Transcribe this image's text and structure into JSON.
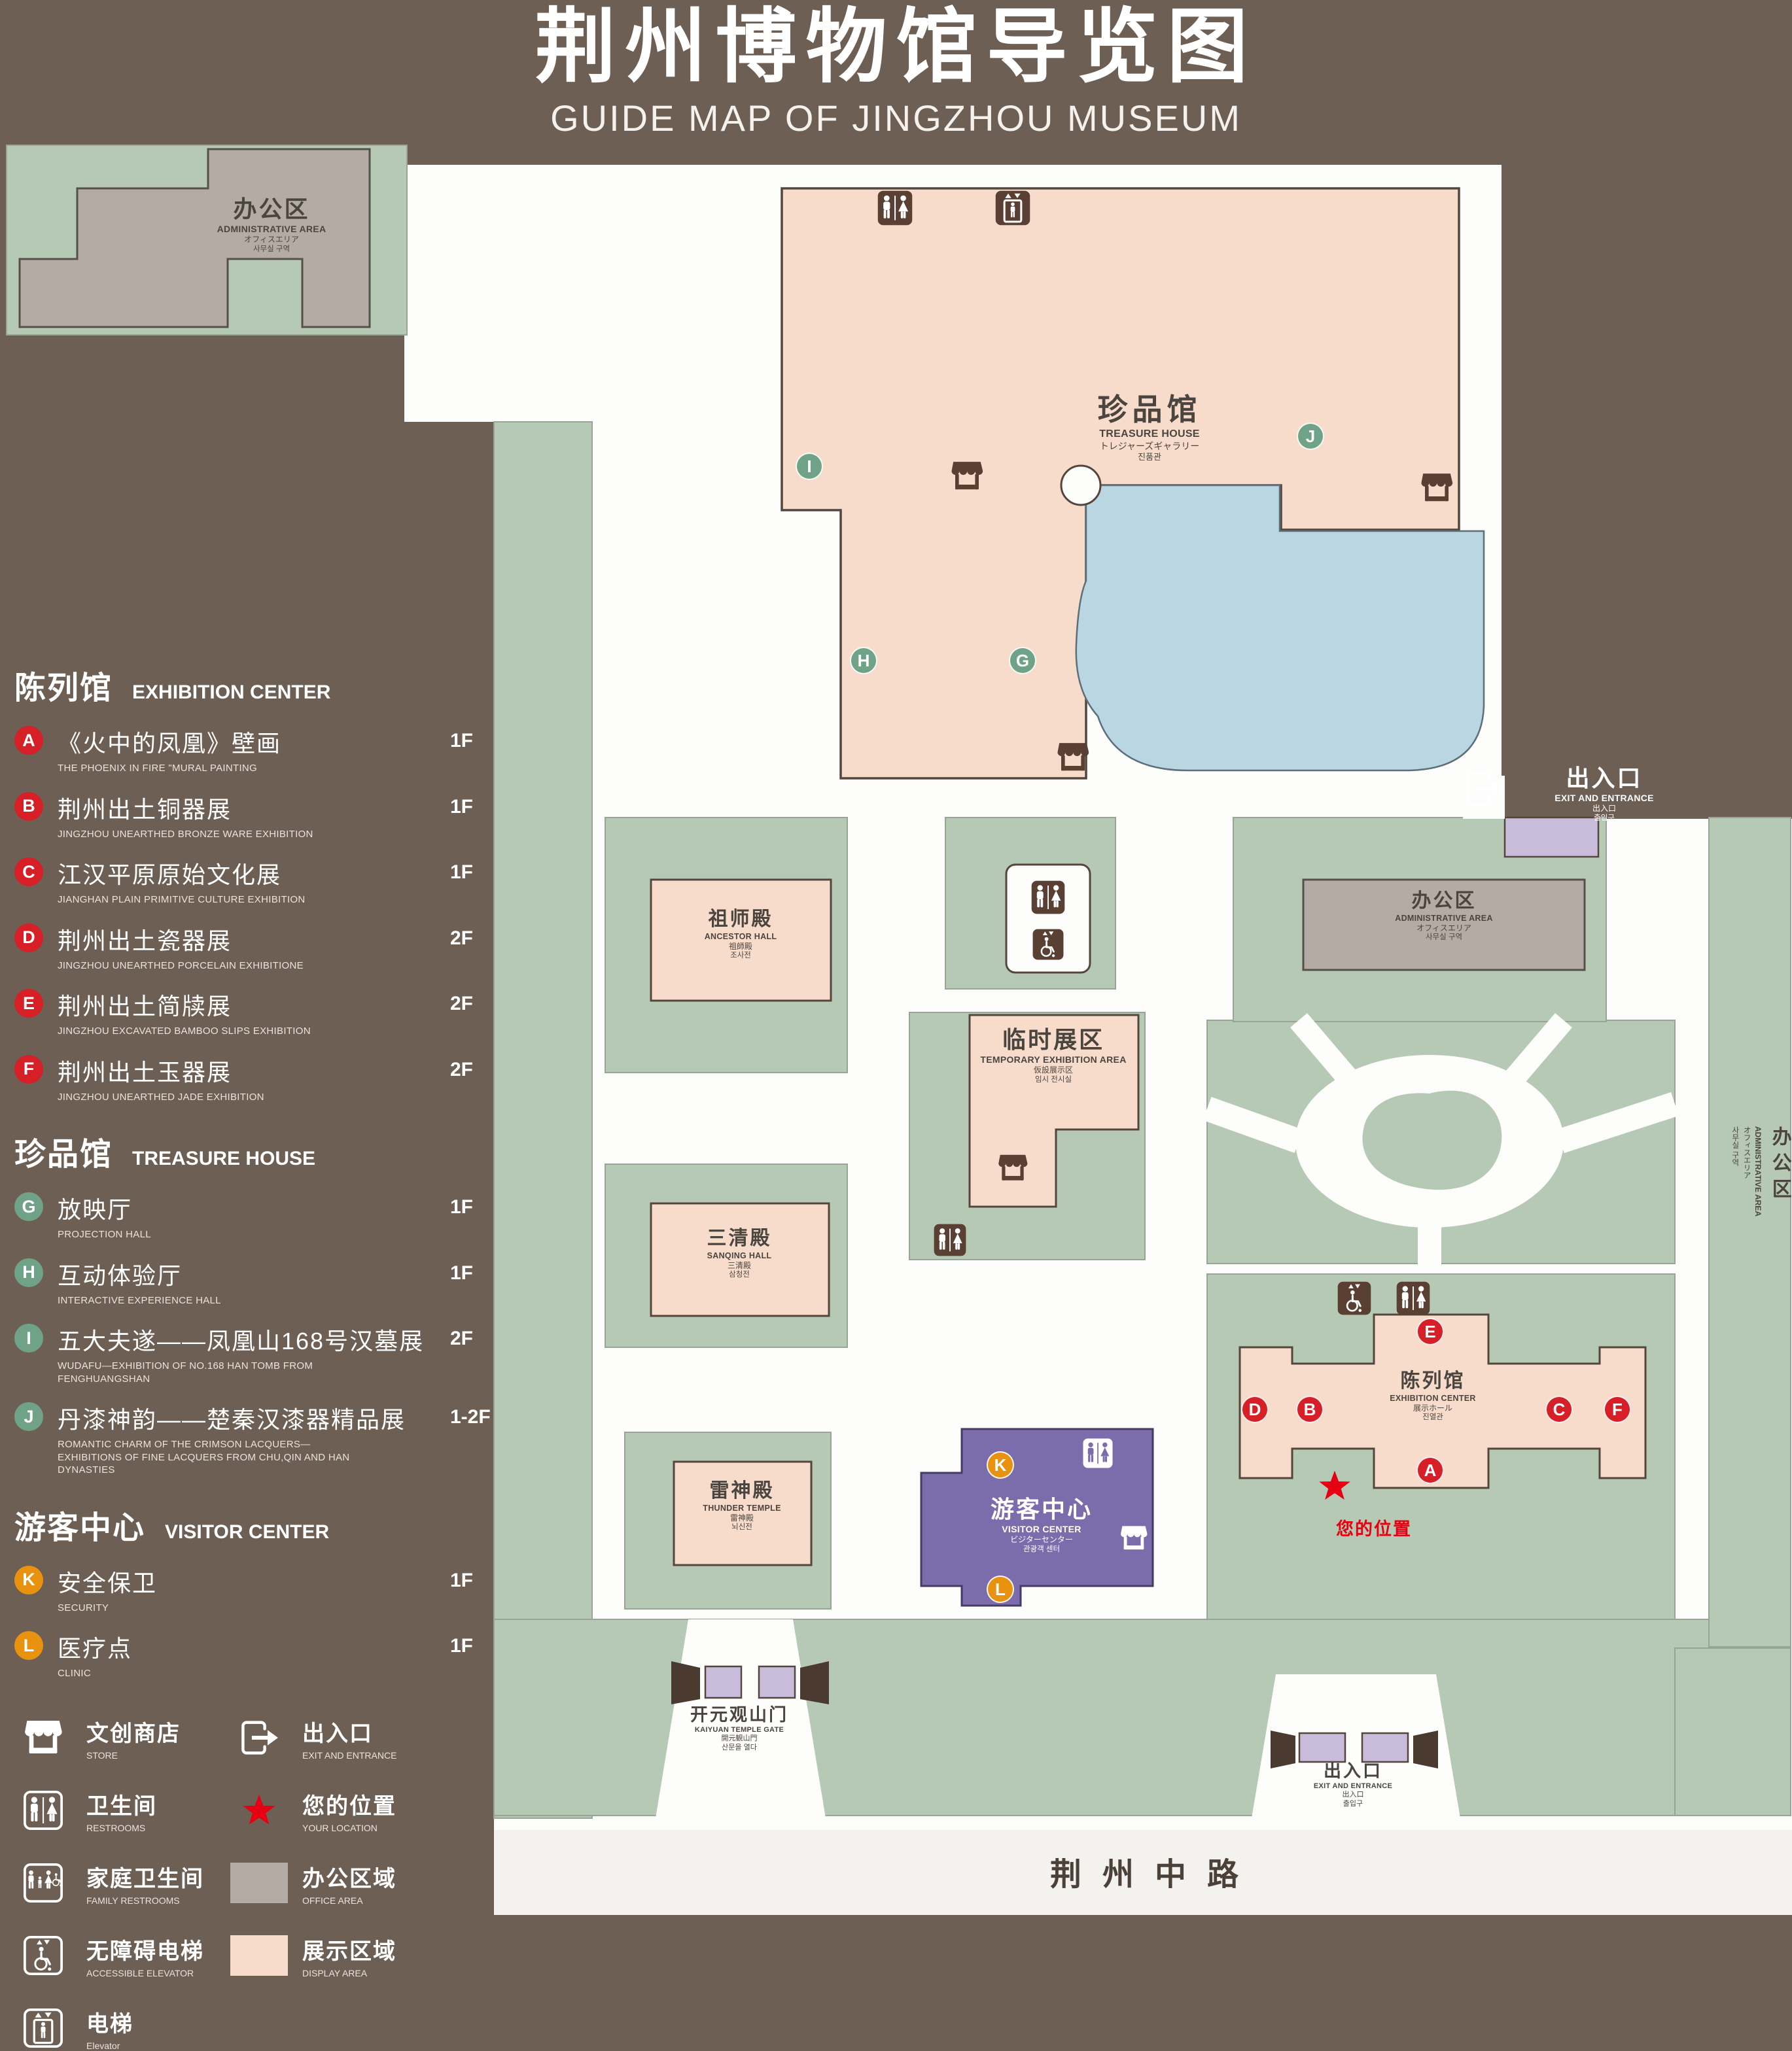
{
  "header": {
    "title": "荆州博物馆导览图",
    "subtitle": "GUIDE MAP OF JINGZHOU MUSEUM"
  },
  "colors": {
    "background": "#6d5f54",
    "lawn": "#b6c9b4",
    "path_white": "#fdfdfb",
    "display_area": "#f8dccb",
    "office_area": "#b4aba5",
    "water": "#bad6e2",
    "visitor_center": "#7b6cab",
    "entrance_block": "#c9bcdb",
    "outline": "#54463d",
    "marker_red": "#d61f26",
    "marker_green": "#6fa287",
    "marker_orange": "#e8920f",
    "icon_brown": "#5a3f33",
    "location_red": "#e60012"
  },
  "sidebar": {
    "sections": [
      {
        "heading_cn": "陈列馆",
        "heading_en": "EXHIBITION CENTER",
        "marker_color": "#d61f26",
        "items": [
          {
            "letter": "A",
            "cn": "《火中的凤凰》壁画",
            "en": "THE PHOENIX IN FIRE \"MURAL PAINTING",
            "floor": "1F"
          },
          {
            "letter": "B",
            "cn": "荆州出土铜器展",
            "en": "JINGZHOU UNEARTHED BRONZE WARE EXHIBITION",
            "floor": "1F"
          },
          {
            "letter": "C",
            "cn": "江汉平原原始文化展",
            "en": "JIANGHAN PLAIN PRIMITIVE CULTURE EXHIBITION",
            "floor": "1F"
          },
          {
            "letter": "D",
            "cn": "荆州出土瓷器展",
            "en": "JINGZHOU UNEARTHED PORCELAIN EXHIBITIONE",
            "floor": "2F"
          },
          {
            "letter": "E",
            "cn": "荆州出土简牍展",
            "en": "JINGZHOU EXCAVATED BAMBOO SLIPS EXHIBITION",
            "floor": "2F"
          },
          {
            "letter": "F",
            "cn": "荆州出土玉器展",
            "en": "JINGZHOU UNEARTHED JADE EXHIBITION",
            "floor": "2F"
          }
        ]
      },
      {
        "heading_cn": "珍品馆",
        "heading_en": "TREASURE HOUSE",
        "marker_color": "#6fa287",
        "items": [
          {
            "letter": "G",
            "cn": "放映厅",
            "en": "PROJECTION HALL",
            "floor": "1F"
          },
          {
            "letter": "H",
            "cn": "互动体验厅",
            "en": "INTERACTIVE EXPERIENCE HALL",
            "floor": "1F"
          },
          {
            "letter": "I",
            "cn": "五大夫遂——凤凰山168号汉墓展",
            "en": "WUDAFU—EXHIBITION OF NO.168 HAN TOMB FROM FENGHUANGSHAN",
            "floor": "2F"
          },
          {
            "letter": "J",
            "cn": "丹漆神韵——楚秦汉漆器精品展",
            "en": "ROMANTIC CHARM OF THE CRIMSON LACQUERS—EXHIBITIONS OF FINE LACQUERS FROM CHU,QIN AND HAN DYNASTIES",
            "floor": "1-2F"
          }
        ]
      },
      {
        "heading_cn": "游客中心",
        "heading_en": "VISITOR CENTER",
        "marker_color": "#e8920f",
        "items": [
          {
            "letter": "K",
            "cn": "安全保卫",
            "en": "SECURITY",
            "floor": "1F"
          },
          {
            "letter": "L",
            "cn": "医疗点",
            "en": "CLINIC",
            "floor": "1F"
          }
        ]
      }
    ],
    "legend": [
      {
        "icon": "store",
        "cn": "文创商店",
        "en": "STORE"
      },
      {
        "icon": "exit",
        "cn": "出入口",
        "en": "EXIT AND ENTRANCE"
      },
      {
        "icon": "restroom",
        "cn": "卫生间",
        "en": "RESTROOMS"
      },
      {
        "icon": "location",
        "cn": "您的位置",
        "en": "YOUR LOCATION"
      },
      {
        "icon": "family-restroom",
        "cn": "家庭卫生间",
        "en": "FAMILY RESTROOMS"
      },
      {
        "icon": "office-swatch",
        "cn": "办公区域",
        "en": "OFFICE AREA"
      },
      {
        "icon": "accessible-elevator",
        "cn": "无障碍电梯",
        "en": "ACCESSIBLE ELEVATOR"
      },
      {
        "icon": "display-swatch",
        "cn": "展示区域",
        "en": "DISPLAY AREA"
      },
      {
        "icon": "elevator",
        "cn": "电梯",
        "en": "Elevator"
      }
    ]
  },
  "map": {
    "labels": {
      "admin_top": {
        "cn": "办公区",
        "en": "ADMINISTRATIVE AREA",
        "jp": "オフィスエリア",
        "kr": "사무실 구역"
      },
      "treasure_house": {
        "cn": "珍品馆",
        "en": "TREASURE HOUSE",
        "jp": "トレジャーズギャラリー",
        "kr": "진품관"
      },
      "exit_top": {
        "cn": "出入口",
        "en": "EXIT AND ENTRANCE",
        "jp": "出入口",
        "kr": "출입구"
      },
      "admin_right": {
        "cn": "办公区",
        "en": "ADMINISTRATIVE AREA",
        "jp": "オフィスエリア",
        "kr": "사무실 구역"
      },
      "admin_side": {
        "cn": "办公区",
        "en": "ADMINISTRATIVE AREA",
        "jp": "オフィスエリア",
        "kr": "사무실 구역"
      },
      "ancestor_hall": {
        "cn": "祖师殿",
        "en": "ANCESTOR HALL",
        "jp": "祖師殿",
        "kr": "조사전"
      },
      "temp_exhibition": {
        "cn": "临时展区",
        "en": "TEMPORARY EXHIBITION AREA",
        "jp": "仮設展示区",
        "kr": "임시 전시실"
      },
      "sanqing_hall": {
        "cn": "三清殿",
        "en": "SANQING HALL",
        "jp": "三清殿",
        "kr": "삼청전"
      },
      "thunder_temple": {
        "cn": "雷神殿",
        "en": "THUNDER TEMPLE",
        "jp": "雷神殿",
        "kr": "뇌신전"
      },
      "visitor_center": {
        "cn": "游客中心",
        "en": "VISITOR CENTER",
        "jp": "ビジターセンター",
        "kr": "관광객 센터"
      },
      "exhibition_center": {
        "cn": "陈列馆",
        "en": "EXHIBITION CENTER",
        "jp": "展示ホール",
        "kr": "진열관"
      },
      "your_location": {
        "cn": "您的位置"
      },
      "kaiyuan_gate": {
        "cn": "开元观山门",
        "en": "KAIYUAN TEMPLE GATE",
        "jp": "開元観山門",
        "kr": "산문을 열다"
      },
      "exit_bottom": {
        "cn": "出入口",
        "en": "EXIT AND ENTRANCE",
        "jp": "出入口",
        "kr": "출입구"
      },
      "road": {
        "cn": "荆州中路"
      }
    },
    "markers": {
      "A": "A",
      "B": "B",
      "C": "C",
      "D": "D",
      "E": "E",
      "F": "F",
      "G": "G",
      "H": "H",
      "I": "I",
      "J": "J",
      "K": "K",
      "L": "L"
    }
  }
}
